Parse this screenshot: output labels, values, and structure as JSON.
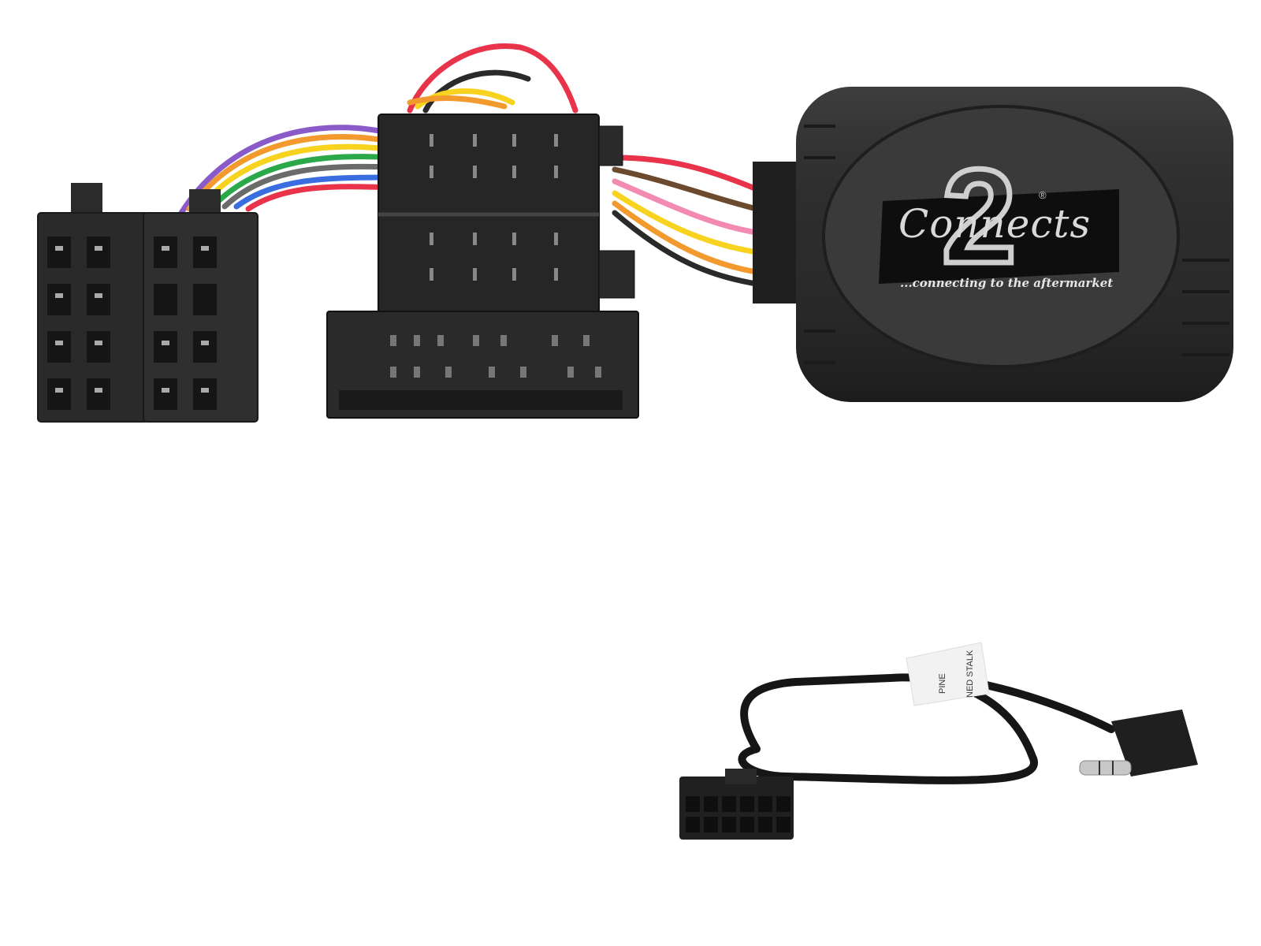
{
  "image": {
    "subject": "Steering wheel control interface harness kit",
    "components": [
      {
        "id": "iso-connectors",
        "description": "Two black ISO power/speaker connectors"
      },
      {
        "id": "vehicle-harness-connector",
        "description": "Black multi-pin vehicle-specific connector with wires"
      },
      {
        "id": "interface-box",
        "description": "Black interface module with logo"
      },
      {
        "id": "patch-lead",
        "description": "Cable with 12-pin connector and right-angle 3.5mm jack"
      }
    ],
    "wire_colors": [
      "#e8334a",
      "#f29a2e",
      "#f7d21e",
      "#8a5ac8",
      "#3a6de0",
      "#2aa84a",
      "#6b4a2e",
      "#2a2a2a",
      "#f28ab2",
      "#ffffff"
    ]
  },
  "interface_box": {
    "logo_script": "Connects",
    "logo_number": "2",
    "logo_mark": "®",
    "tagline": "...connecting to the aftermarket"
  },
  "patch_lead": {
    "label_line1": "PINE",
    "label_line2": "NED STALK"
  }
}
